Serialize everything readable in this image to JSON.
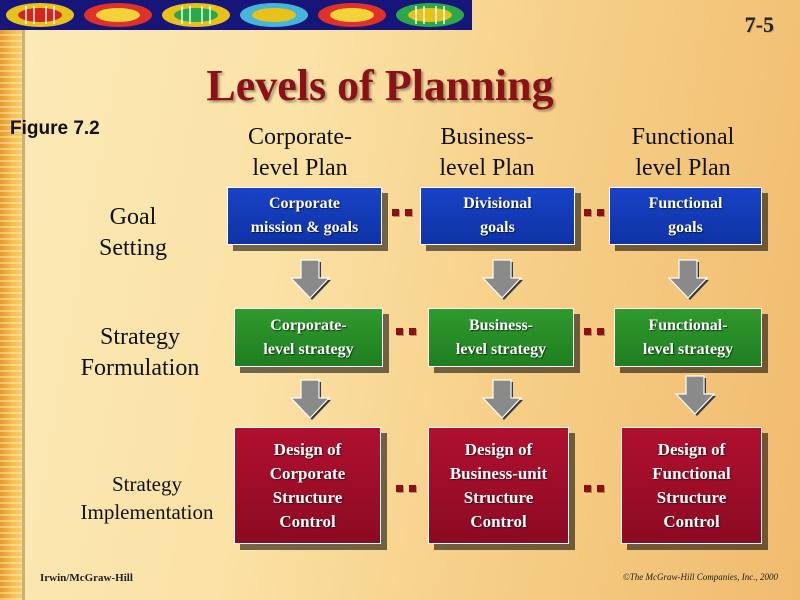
{
  "slide_number": "7-5",
  "title": "Levels of Planning",
  "figure_label": "Figure  7.2",
  "columns": [
    {
      "line1": "Corporate-",
      "line2": "level Plan"
    },
    {
      "line1": "Business-",
      "line2": "level Plan"
    },
    {
      "line1": "Functional",
      "line2": "level Plan"
    }
  ],
  "rows": [
    {
      "line1": "Goal",
      "line2": "Setting"
    },
    {
      "line1": "Strategy",
      "line2": "Formulation"
    },
    {
      "line1": "Strategy",
      "line2": "Implementation"
    }
  ],
  "boxes": {
    "goal": [
      "Corporate\nmission  & goals",
      "Divisional\ngoals",
      "Functional\ngoals"
    ],
    "formulation": [
      "Corporate-\nlevel strategy",
      "Business-\nlevel strategy",
      "Functional-\nlevel strategy"
    ],
    "implementation": [
      "Design of\nCorporate\nStructure\nControl",
      "Design of\nBusiness-unit\nStructure\nControl",
      "Design of\nFunctional\nStructure\nControl"
    ]
  },
  "colors": {
    "goal_boxes": "#1843c6",
    "formulation_boxes": "#2f9a2e",
    "implementation_boxes": "#b01030",
    "title": "#8b1018",
    "arrows": "#7a7a7a"
  },
  "footer": {
    "left": "Irwin/McGraw-Hill",
    "right": "©The McGraw-Hill Companies, Inc., 2000"
  }
}
